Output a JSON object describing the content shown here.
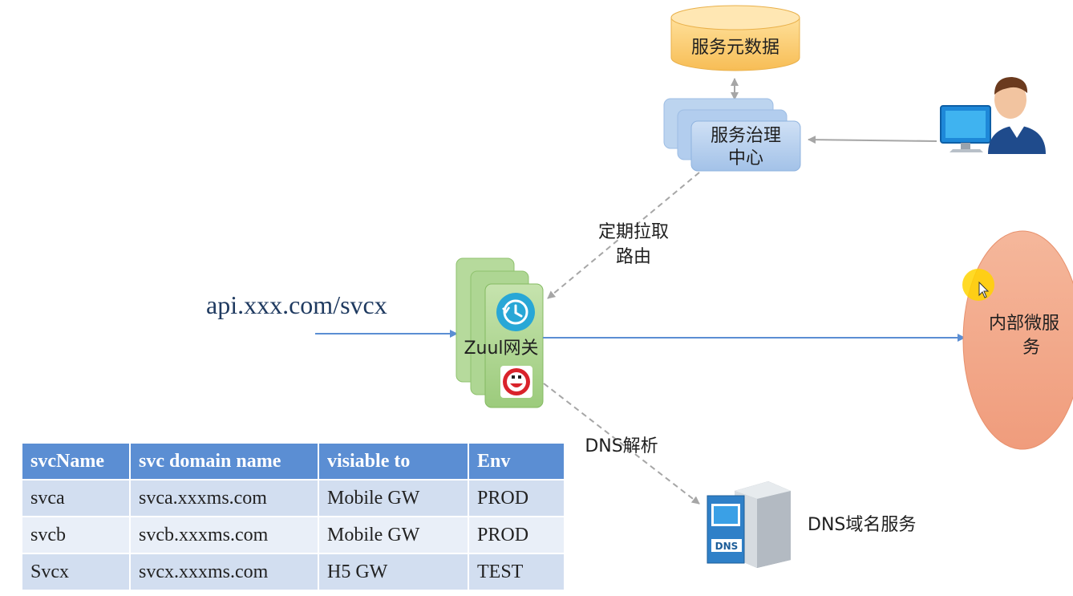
{
  "metadata_store": {
    "label": "服务元数据"
  },
  "governance_center": {
    "line1": "服务治理",
    "line2": "中心"
  },
  "pull_route_label": {
    "line1": "定期拉取",
    "line2": "路由"
  },
  "api_url": "api.xxx.com/svcx",
  "gateway": {
    "label": "Zuul网关"
  },
  "internal_services": {
    "line1": "内部微服",
    "line2": "务"
  },
  "dns_resolve_label": "DNS解析",
  "dns_service": {
    "label": "DNS域名服务",
    "icon_text": "DNS"
  },
  "table": {
    "headers": [
      "svcName",
      "svc domain name",
      "visiable to",
      "Env"
    ],
    "rows": [
      [
        "svca",
        "svca.xxxms.com",
        "Mobile GW",
        "PROD"
      ],
      [
        "svcb",
        "svcb.xxxms.com",
        "Mobile GW",
        "PROD"
      ],
      [
        "Svcx",
        "svcx.xxxms.com",
        "H5 GW",
        "TEST"
      ]
    ]
  },
  "colors": {
    "cylinder": "#fcc96a",
    "governance": "#a9c8ea",
    "gateway": "#a8d28a",
    "ellipse": "#f2a687",
    "arrow": "#5b8ed3",
    "dashed": "#a6a6a6",
    "table_header": "#5b8ed3"
  }
}
